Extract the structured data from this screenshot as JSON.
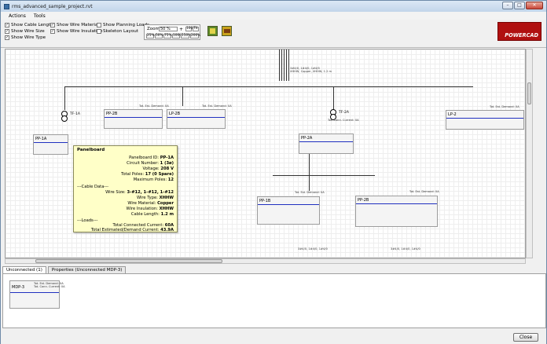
{
  "window": {
    "title": "rms_advanced_sample_project.rvt",
    "controls": {
      "minimize": "–",
      "maximize": "□",
      "close": "✕"
    }
  },
  "menu": [
    "Actions",
    "Tools"
  ],
  "options": [
    {
      "label": "Show Cable Length",
      "checked": true
    },
    {
      "label": "Show Wire Size",
      "checked": true
    },
    {
      "label": "Show Wire Type",
      "checked": true
    },
    {
      "label": "Show Wire Material",
      "checked": true
    },
    {
      "label": "Show Wire Insulation",
      "checked": true
    },
    {
      "label": "Show Planning Loads",
      "checked": false
    },
    {
      "label": "Skeleton Layout",
      "checked": false
    }
  ],
  "zoom": {
    "label": "Zoom",
    "value": "50 %",
    "plus": "+",
    "buttons": [
      "25%",
      "50%",
      "75%",
      "100%",
      "150%",
      "200%"
    ],
    "fit": "Fit"
  },
  "brand": "POWERCAD",
  "diagram": {
    "panels": [
      {
        "id": "PP-1A",
        "name": "PP-1A"
      },
      {
        "id": "PP-2A",
        "name": "PP-2A"
      },
      {
        "id": "PP-2B",
        "name": "PP-2B"
      },
      {
        "id": "LP-2B",
        "name": "LP-2B"
      },
      {
        "id": "LP-2",
        "name": "LP-2"
      },
      {
        "id": "PP-1B",
        "name": "PP-1B"
      },
      {
        "id": "PP-2B2",
        "name": "PP-2B"
      }
    ],
    "transformers": [
      {
        "id": "tf1",
        "name": "TF-1A"
      },
      {
        "id": "tf2",
        "name": "TF-2A"
      }
    ],
    "notes": {
      "demand": "Tot. Est. Demand: 0A",
      "current": "Tot. Conn. Current: 0A",
      "cable": "3#4/0, 1#4/0, 1#4/0",
      "wire": "XHHW, Copper, XHHW, 1.2 m"
    }
  },
  "tooltip": {
    "title": "Panelboard",
    "rows": [
      {
        "label": "Panelboard ID:",
        "value": "PP-1A"
      },
      {
        "label": "Circuit Number:",
        "value": "1 (3ø)"
      },
      {
        "label": "Voltage:",
        "value": "208 V"
      },
      {
        "label": "Total Poles:",
        "value": "17 (0 Spare)"
      },
      {
        "label": "Maximum Poles:",
        "value": "12"
      }
    ],
    "cable_head": "---Cable Data---",
    "cable_rows": [
      {
        "label": "Wire Size:",
        "value": "3-#12, 1-#12, 1-#12"
      },
      {
        "label": "Wire Type:",
        "value": "XHHW"
      },
      {
        "label": "Wire Material:",
        "value": "Copper"
      },
      {
        "label": "Wire Insulation:",
        "value": "XHHW"
      },
      {
        "label": "Cable Length:",
        "value": "1.2 m"
      }
    ],
    "loads_head": "---Loads---",
    "load_rows": [
      {
        "label": "Total Connected Current:",
        "value": "60A"
      },
      {
        "label": "Total Estimated/Demand Current:",
        "value": "43.9A"
      }
    ]
  },
  "tabs": [
    "Unconnected (1)",
    "Properties (Unconnected MDP-3)"
  ],
  "unconnected": {
    "panel": "MDP-3"
  },
  "footer": {
    "close": "Close"
  }
}
